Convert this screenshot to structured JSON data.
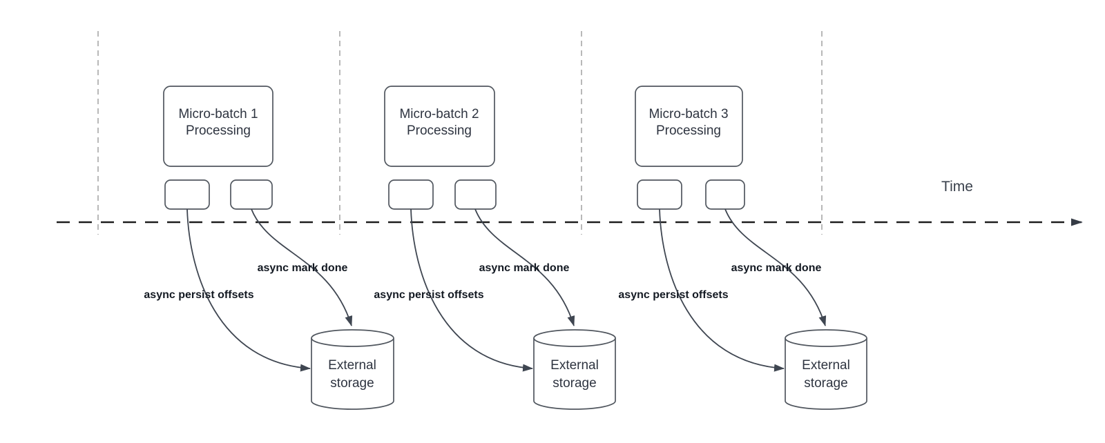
{
  "diagram": {
    "time_axis_label": "Time",
    "groups": [
      {
        "title_line1": "Micro-batch 1",
        "title_line2": "Processing",
        "persist_label": "async persist offsets",
        "done_label": "async mark done",
        "storage_line1": "External",
        "storage_line2": "storage"
      },
      {
        "title_line1": "Micro-batch 2",
        "title_line2": "Processing",
        "persist_label": "async persist offsets",
        "done_label": "async mark done",
        "storage_line1": "External",
        "storage_line2": "storage"
      },
      {
        "title_line1": "Micro-batch 3",
        "title_line2": "Processing",
        "persist_label": "async persist offsets",
        "done_label": "async mark done",
        "storage_line1": "External",
        "storage_line2": "storage"
      }
    ],
    "colors": {
      "background": "#ffffff",
      "node_stroke": "#50565e",
      "edge_stroke": "#3f4651",
      "timeline_stroke": "#1d1d1d",
      "gridline_stroke": "#a6a6a6",
      "title_text": "#2e3440",
      "edge_label_text": "#131922"
    }
  }
}
